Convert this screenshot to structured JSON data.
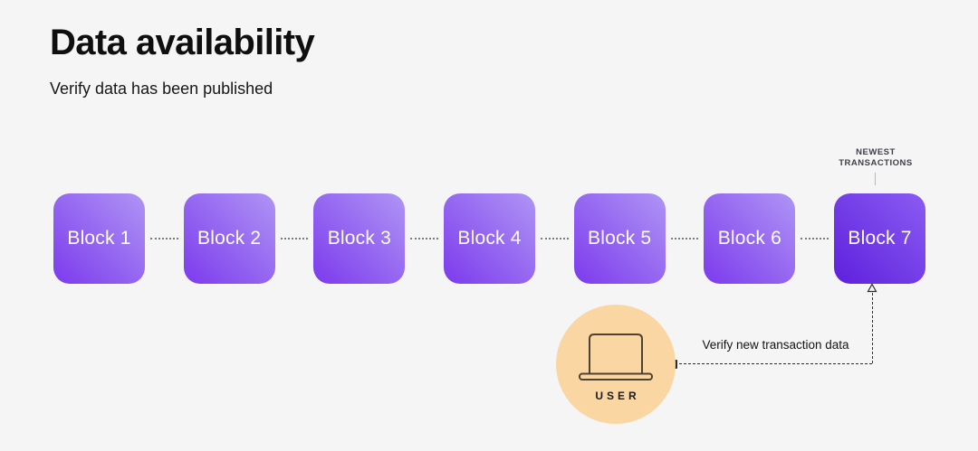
{
  "header": {
    "title": "Data availability",
    "subtitle": "Verify data has been published"
  },
  "blocks": [
    {
      "label": "Block 1"
    },
    {
      "label": "Block 2"
    },
    {
      "label": "Block 3"
    },
    {
      "label": "Block 4"
    },
    {
      "label": "Block 5"
    },
    {
      "label": "Block 6"
    },
    {
      "label": "Block 7",
      "highlighted": true
    }
  ],
  "annotations": {
    "newest_transactions": "NEWEST\nTRANSACTIONS",
    "verify_text": "Verify new transaction data",
    "user_label": "USER",
    "user_icon": "laptop-icon"
  },
  "colors": {
    "background": "#f5f5f6",
    "title_text": "#0f0f10",
    "block_light": "#af95f5",
    "block_dark": "#7c3aed",
    "block7_light": "#8a5cf2",
    "block7_dark": "#5e20dd",
    "block_text": "#ffffff",
    "connector_dot": "#7b7b84",
    "label_gray": "#3f3f46",
    "arrow_dark": "#2b2b30",
    "user_circle": "#fad7a2",
    "laptop_stroke": "#4e4333"
  }
}
